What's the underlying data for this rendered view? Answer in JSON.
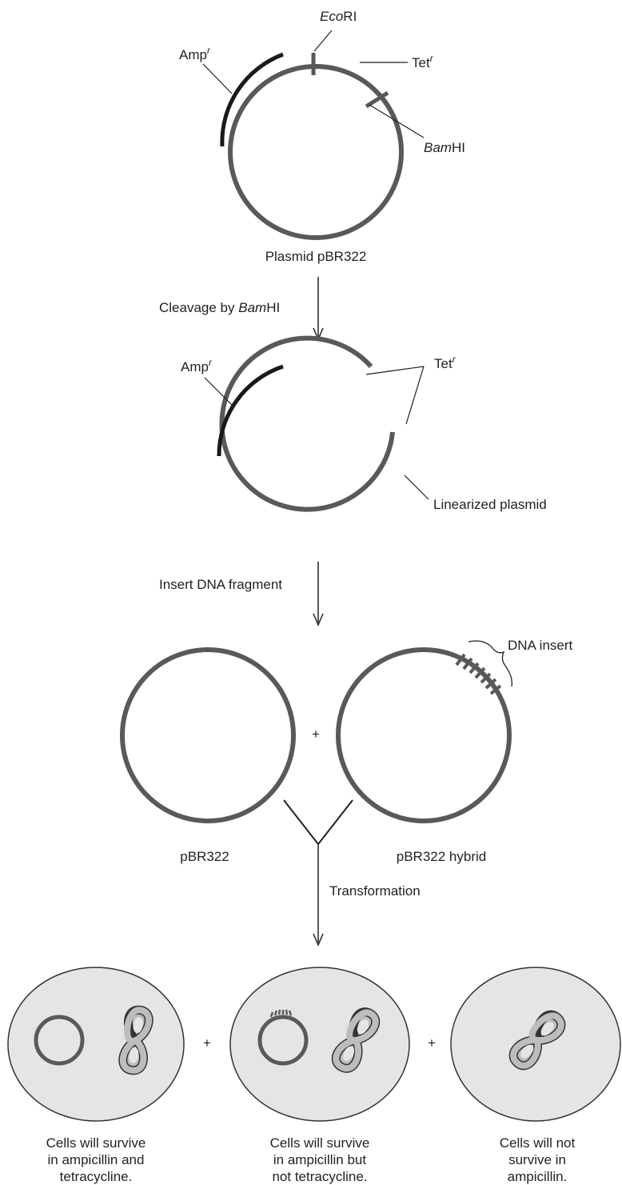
{
  "colors": {
    "plasmid": "#595959",
    "amp_arc": "#1a1a1a",
    "cell_fill": "#e5e5e5",
    "cell_stroke": "#333333",
    "chromosome_fill": "#bdbdbd",
    "text": "#231f20"
  },
  "step1": {
    "ecori_prefix": "Eco",
    "ecori_suffix": "RI",
    "amp_base": "Amp",
    "amp_sup": "r",
    "tet_base": "Tet",
    "tet_sup": "r",
    "bamhi_prefix": "Bam",
    "bamhi_suffix": "HI",
    "caption": "Plasmid pBR322"
  },
  "arrow1": {
    "label_prefix": "Cleavage by ",
    "label_enzyme_prefix": "Bam",
    "label_enzyme_suffix": "HI"
  },
  "step2": {
    "amp_base": "Amp",
    "amp_sup": "r",
    "tet_base": "Tet",
    "tet_sup": "r",
    "linear_label": "Linearized plasmid"
  },
  "arrow2": {
    "label": "Insert DNA fragment"
  },
  "step3": {
    "plus": "+",
    "left_caption": "pBR322",
    "right_caption": "pBR322 hybrid",
    "insert_label": "DNA insert"
  },
  "arrow3": {
    "label": "Transformation"
  },
  "cells": {
    "plus_1": "+",
    "plus_2": "+",
    "items": [
      {
        "line1": "Cells will survive",
        "line2": "in ampicillin and",
        "line3": "tetracycline."
      },
      {
        "line1": "Cells will survive",
        "line2": "in ampicillin but",
        "line3": "not tetracycline."
      },
      {
        "line1": "Cells will not",
        "line2": "survive in",
        "line3": "ampicillin."
      }
    ]
  }
}
